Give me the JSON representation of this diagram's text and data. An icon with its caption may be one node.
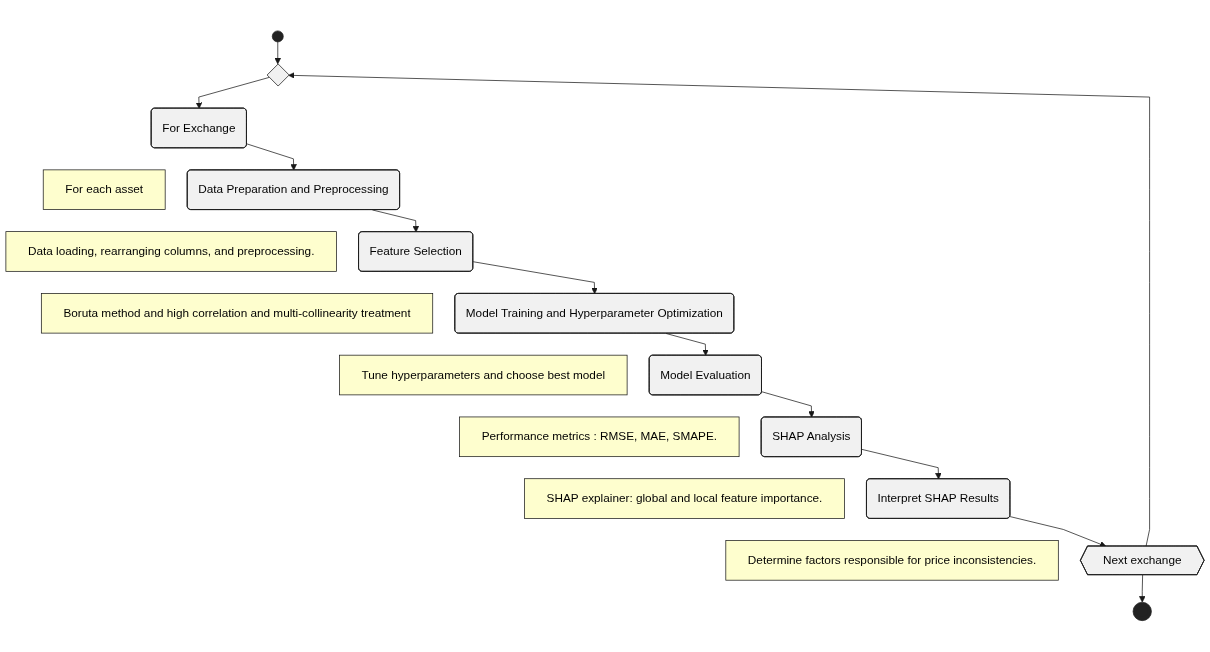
{
  "diagram": {
    "nodes": [
      {
        "text": [],
        "shape": "circle"
      },
      {
        "text": [],
        "shape": "diamond"
      },
      {
        "text": [
          "For Exchange"
        ]
      },
      {
        "text": [
          "For each asset"
        ]
      },
      {
        "text": [
          "Data Preparation and Preprocessing"
        ]
      },
      {
        "text": [
          "Data loading, rearranging columns, and preprocessing."
        ]
      },
      {
        "text": [
          "Feature Selection"
        ]
      },
      {
        "text": [
          "Boruta method and high correlation and multi-collinearity treatment"
        ]
      },
      {
        "text": [
          "Model Training and Hyperparameter Optimization"
        ]
      },
      {
        "text": [
          "Tune hyperparameters and choose best model"
        ]
      },
      {
        "text": [
          "Model Evaluation"
        ]
      },
      {
        "text": [
          "Performance metrics : RMSE, MAE, SMAPE."
        ]
      },
      {
        "text": [
          "SHAP Analysis"
        ]
      },
      {
        "text": [
          "SHAP explainer: global and local feature importance."
        ]
      },
      {
        "text": [
          "Interpret SHAP Results"
        ]
      },
      {
        "text": [
          "Determine factors responsible for price inconsistencies."
        ]
      },
      {
        "text": [
          "Next exchange"
        ]
      },
      {
        "text": [],
        "shape": "circle"
      }
    ],
    "edges": [
      {
        "from": 0,
        "to": 1,
        "arrow": "to"
      },
      {
        "from": 1,
        "to": 2,
        "arrow": "to"
      },
      {
        "from": 2,
        "to": 4,
        "arrow": "to"
      },
      {
        "from": 4,
        "to": 6,
        "arrow": "to"
      },
      {
        "from": 6,
        "to": 8,
        "arrow": "to"
      },
      {
        "from": 8,
        "to": 10,
        "arrow": "to"
      },
      {
        "from": 10,
        "to": 12,
        "arrow": "to"
      },
      {
        "from": 12,
        "to": 14,
        "arrow": "to"
      },
      {
        "from": 14,
        "to": 16,
        "arrow": "to"
      },
      {
        "from": 16,
        "to": 17,
        "arrow": "to"
      },
      {
        "from": 16,
        "to": 1,
        "arrow": "to"
      }
    ]
  }
}
